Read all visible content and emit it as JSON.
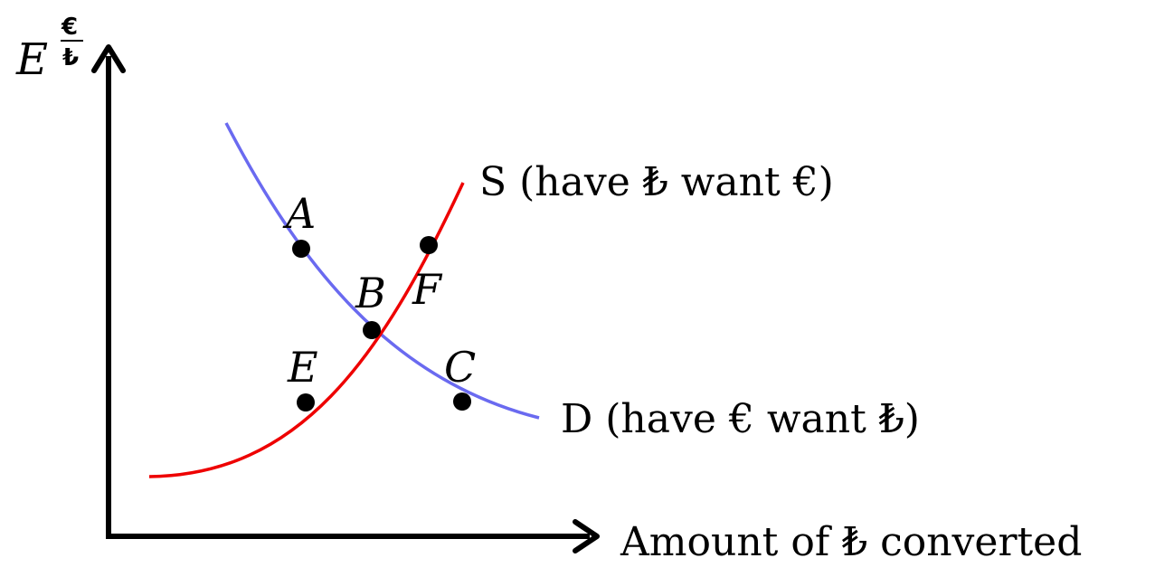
{
  "axes": {
    "y_symbol": "E",
    "y_fraction_top": "€",
    "y_fraction_bottom": "₺",
    "x_label": "Amount of ₺ converted"
  },
  "curves": {
    "supply": {
      "label": "S (have ₺ want €)",
      "color": "#ee0000"
    },
    "demand": {
      "label": "D (have € want ₺)",
      "color": "#6a6af0"
    }
  },
  "points": [
    {
      "id": "A",
      "label": "A"
    },
    {
      "id": "B",
      "label": "B"
    },
    {
      "id": "C",
      "label": "C"
    },
    {
      "id": "E",
      "label": "E"
    },
    {
      "id": "F",
      "label": "F"
    }
  ]
}
